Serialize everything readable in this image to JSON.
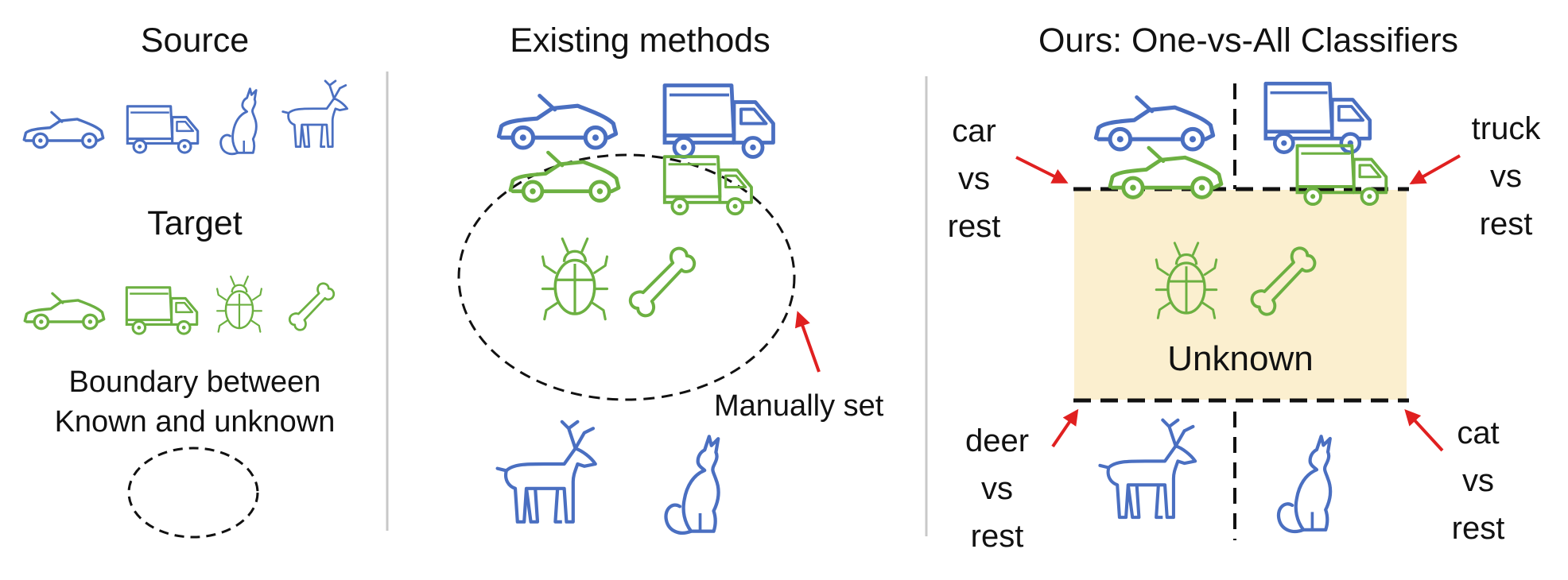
{
  "panels": {
    "source": {
      "title": "Source",
      "target_title": "Target",
      "boundary_caption_line1": "Boundary between",
      "boundary_caption_line2": "Known and unknown"
    },
    "existing": {
      "title": "Existing methods",
      "manual_label": "Manually set"
    },
    "ours": {
      "title": "Ours: One-vs-All Classifiers",
      "unknown_label": "Unknown",
      "car_vs_rest": [
        "car",
        "vs",
        "rest"
      ],
      "truck_vs_rest": [
        "truck",
        "vs",
        "rest"
      ],
      "deer_vs_rest": [
        "deer",
        "vs",
        "rest"
      ],
      "cat_vs_rest": [
        "cat",
        "vs",
        "rest"
      ]
    }
  },
  "colors": {
    "known": "#4a6fc1",
    "unknown": "#6cb041",
    "arrow": "#e02020",
    "unknown_region": "#fbefcf",
    "divider": "#c8c8c8"
  }
}
